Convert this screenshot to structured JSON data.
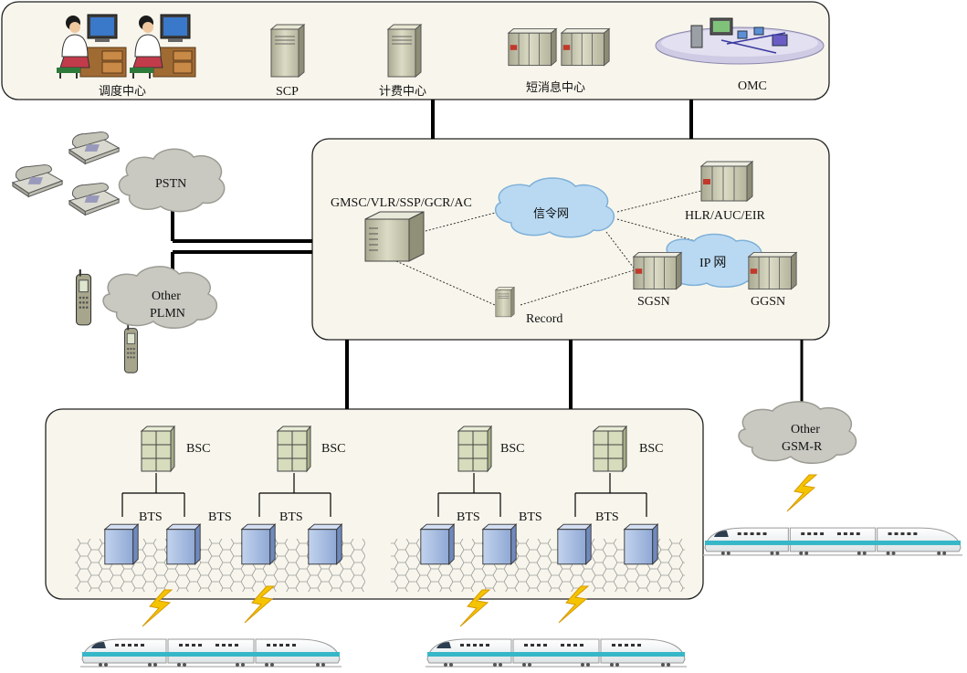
{
  "top_panel": {
    "dispatch_center": "调度中心",
    "scp": "SCP",
    "billing_center": "计费中心",
    "sms_center": "短消息中心",
    "omc": "OMC"
  },
  "core_panel": {
    "gmsc": "GMSC/VLR/SSP/GCR/AC",
    "signaling_network": "信令网",
    "hlr": "HLR/AUC/EIR",
    "ip_network": "IP 网",
    "sgsn": "SGSN",
    "ggsn": "GGSN",
    "record": "Record"
  },
  "external": {
    "pstn": "PSTN",
    "other_plmn_line1": "Other",
    "other_plmn_line2": "PLMN",
    "other_gsmr_line1": "Other",
    "other_gsmr_line2": "GSM-R"
  },
  "access_panel": {
    "bsc_label": "BSC",
    "bts_label": "BTS"
  },
  "colors": {
    "panel_fill": "#f8f6ec",
    "cloud_gray": "#c9c9c2",
    "cloud_blue": "#b9d9f2",
    "bts_blue": "#a9bfe2",
    "bsc_green": "#d8dcc0",
    "bolt_yellow": "#f5c400",
    "train_stripe": "#36b7c8"
  }
}
